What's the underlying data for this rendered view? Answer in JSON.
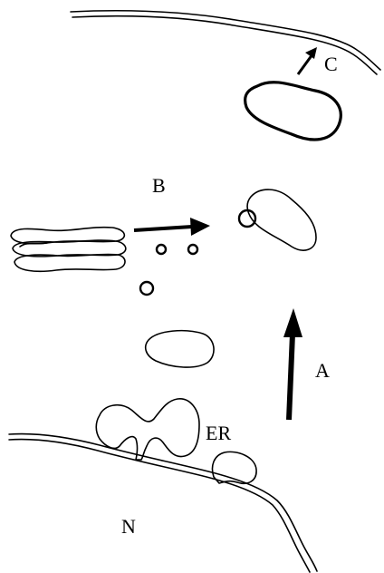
{
  "labels": {
    "a": "A",
    "b": "B",
    "c": "C",
    "er": "ER",
    "n": "N"
  },
  "colors": {
    "stroke": "#000000",
    "background": "#ffffff"
  }
}
